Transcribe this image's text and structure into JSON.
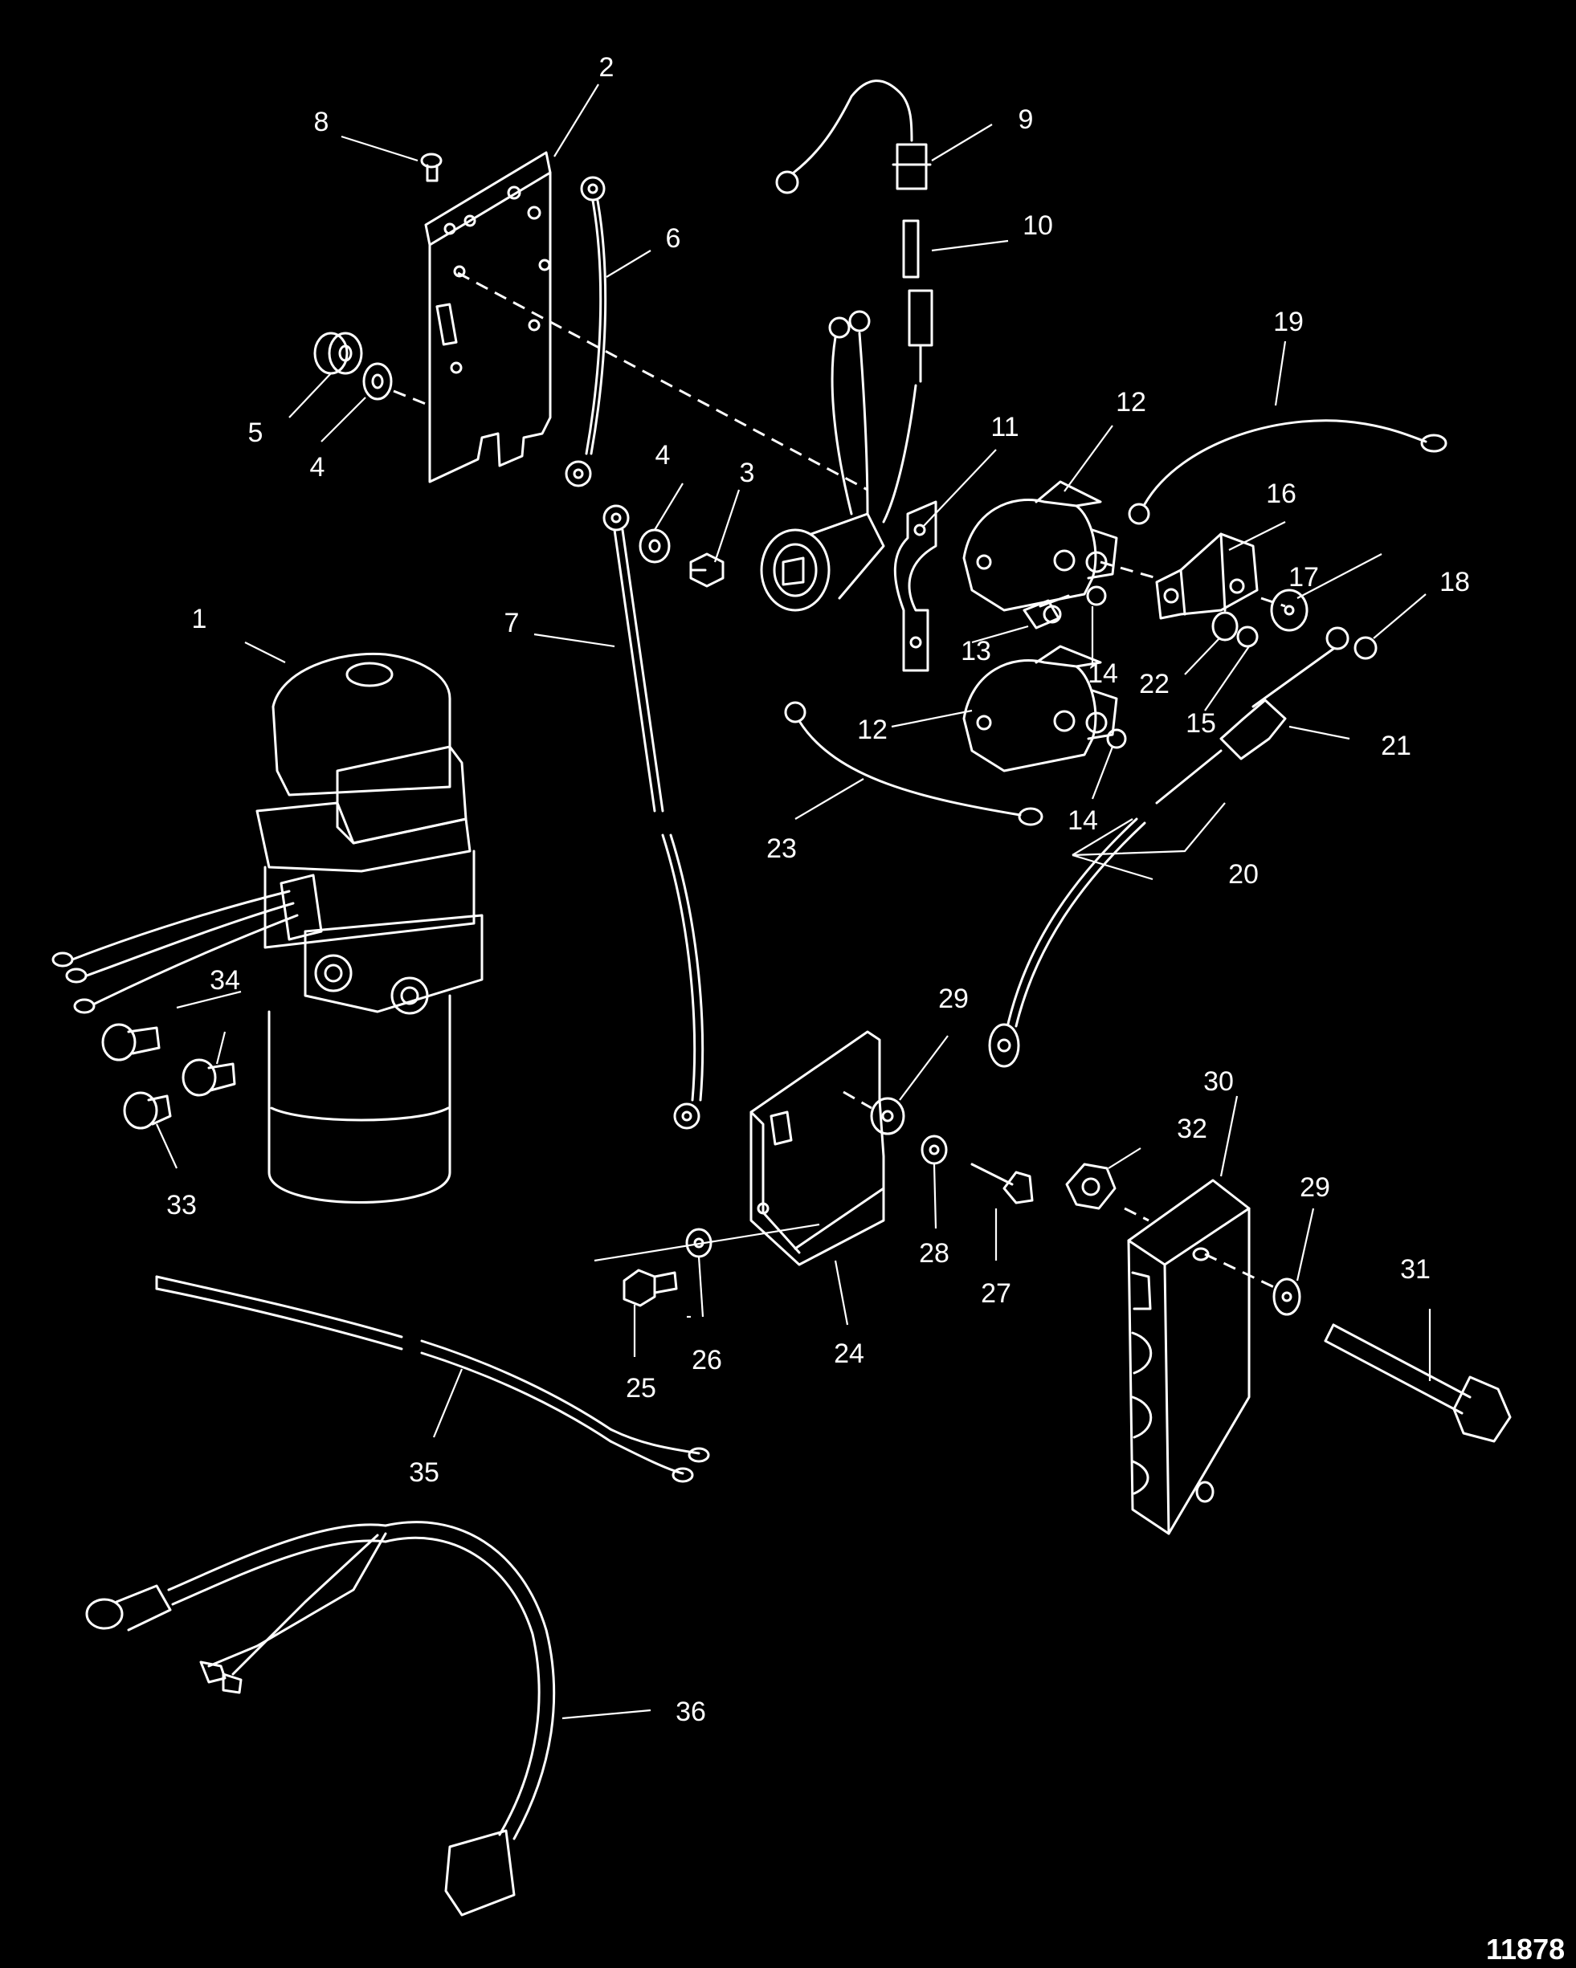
{
  "diagram": {
    "figure_ref": "11878",
    "callouts": [
      "1",
      "2",
      "3",
      "4",
      "4",
      "5",
      "6",
      "7",
      "8",
      "9",
      "10",
      "11",
      "12",
      "12",
      "13",
      "14",
      "14",
      "15",
      "16",
      "17",
      "18",
      "19",
      "20",
      "21",
      "22",
      "23",
      "24",
      "25",
      "26",
      "27",
      "28",
      "29",
      "29",
      "30",
      "31",
      "32",
      "33",
      "34",
      "35",
      "36"
    ],
    "colors": {
      "background": "#000000",
      "line": "#ffffff"
    }
  }
}
